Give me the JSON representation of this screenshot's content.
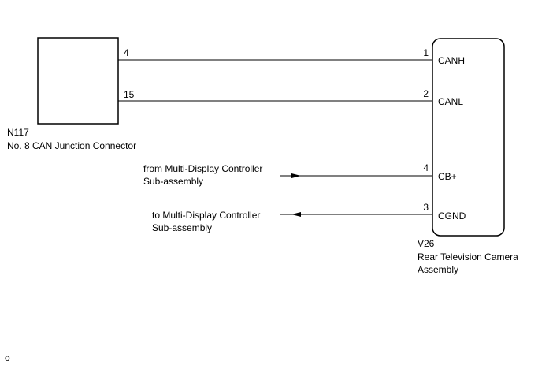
{
  "connector_n117": {
    "code": "N117",
    "name": "No. 8 CAN Junction Connector",
    "pins": {
      "canh": "4",
      "canl": "15"
    }
  },
  "component_v26": {
    "code": "V26",
    "name_line1": "Rear Television Camera",
    "name_line2": "Assembly",
    "pins": [
      {
        "number": "1",
        "signal": "CANH"
      },
      {
        "number": "2",
        "signal": "CANL"
      },
      {
        "number": "4",
        "signal": "CB+"
      },
      {
        "number": "3",
        "signal": "CGND"
      }
    ]
  },
  "external": {
    "from_line1": "from Multi-Display Controller",
    "from_line2": "Sub-assembly",
    "to_line1": "to Multi-Display Controller",
    "to_line2": "Sub-assembly"
  },
  "footer_mark": "o",
  "colors": {
    "line": "#000000",
    "background": "#ffffff"
  }
}
